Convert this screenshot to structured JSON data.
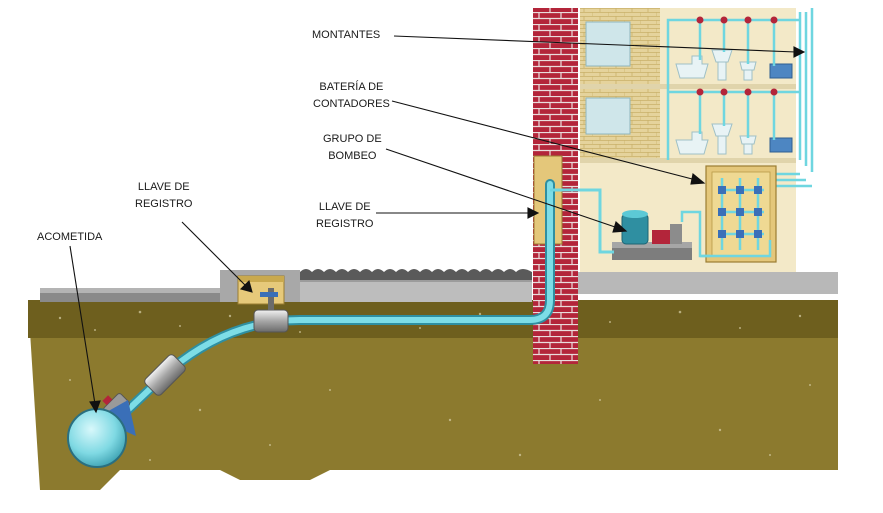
{
  "labels": {
    "montantes": "MONTANTES",
    "bateria": [
      "BATERÍA DE",
      "CONTADORES"
    ],
    "grupo": [
      "GRUPO DE",
      "BOMBEO"
    ],
    "llave_edificio": [
      "LLAVE DE",
      "REGISTRO"
    ],
    "llave_acera": [
      "LLAVE DE",
      "REGISTRO"
    ],
    "acometida": "ACOMETIDA"
  },
  "colors": {
    "soil": "#8c7a2e",
    "soil_dark": "#6e5f1e",
    "brick": "#b3253a",
    "pipe": "#6fd6e0",
    "building_wall": "#f3e9c8",
    "equipment": "#e4c77a",
    "pump": "#2f8fa1"
  }
}
